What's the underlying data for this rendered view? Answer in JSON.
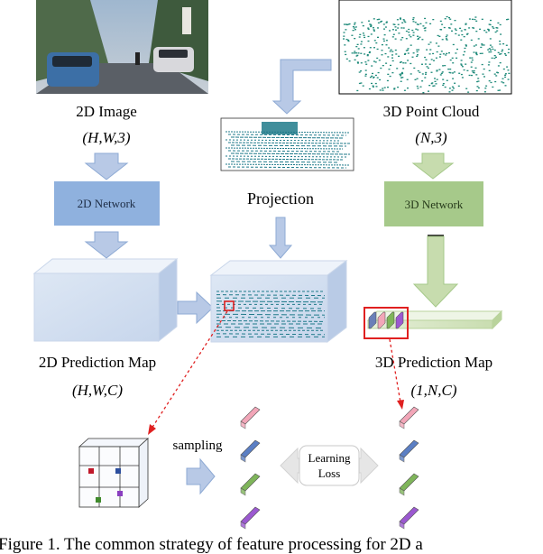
{
  "image_panel": {
    "label": "2D Image",
    "shape": "(H,W,3)"
  },
  "point_cloud_panel": {
    "label": "3D Point Cloud",
    "shape": "(N,3)"
  },
  "projection": {
    "label": "Projection"
  },
  "networks": {
    "net2d": "2D Network",
    "net3d": "3D Network"
  },
  "prediction_maps": {
    "map2d_label": "2D Prediction Map",
    "map2d_shape": "(H,W,C)",
    "map3d_label": "3D Prediction Map",
    "map3d_shape": "(1,N,C)"
  },
  "bottom": {
    "sampling_label": "sampling",
    "learning_loss_line1": "Learning",
    "learning_loss_line2": "Loss"
  },
  "caption": {
    "text": "Figure 1. The common strategy of feature processing for 2D a"
  },
  "colors": {
    "arrow_blue": "#b8c9e6",
    "arrow_blue_border": "#8eaad4",
    "network_blue": "#8fb1de",
    "arrow_green": "#c7dcae",
    "network_green": "#a6c98a",
    "cuboid_face": "#d7e2f2",
    "red_dashed": "#e02020",
    "feature_pink": "#f2a6b8",
    "feature_blue": "#5b7fc4",
    "feature_green": "#7fb55a",
    "feature_purple": "#9b59d0",
    "loss_arrow_gray": "#e6e6e6"
  }
}
